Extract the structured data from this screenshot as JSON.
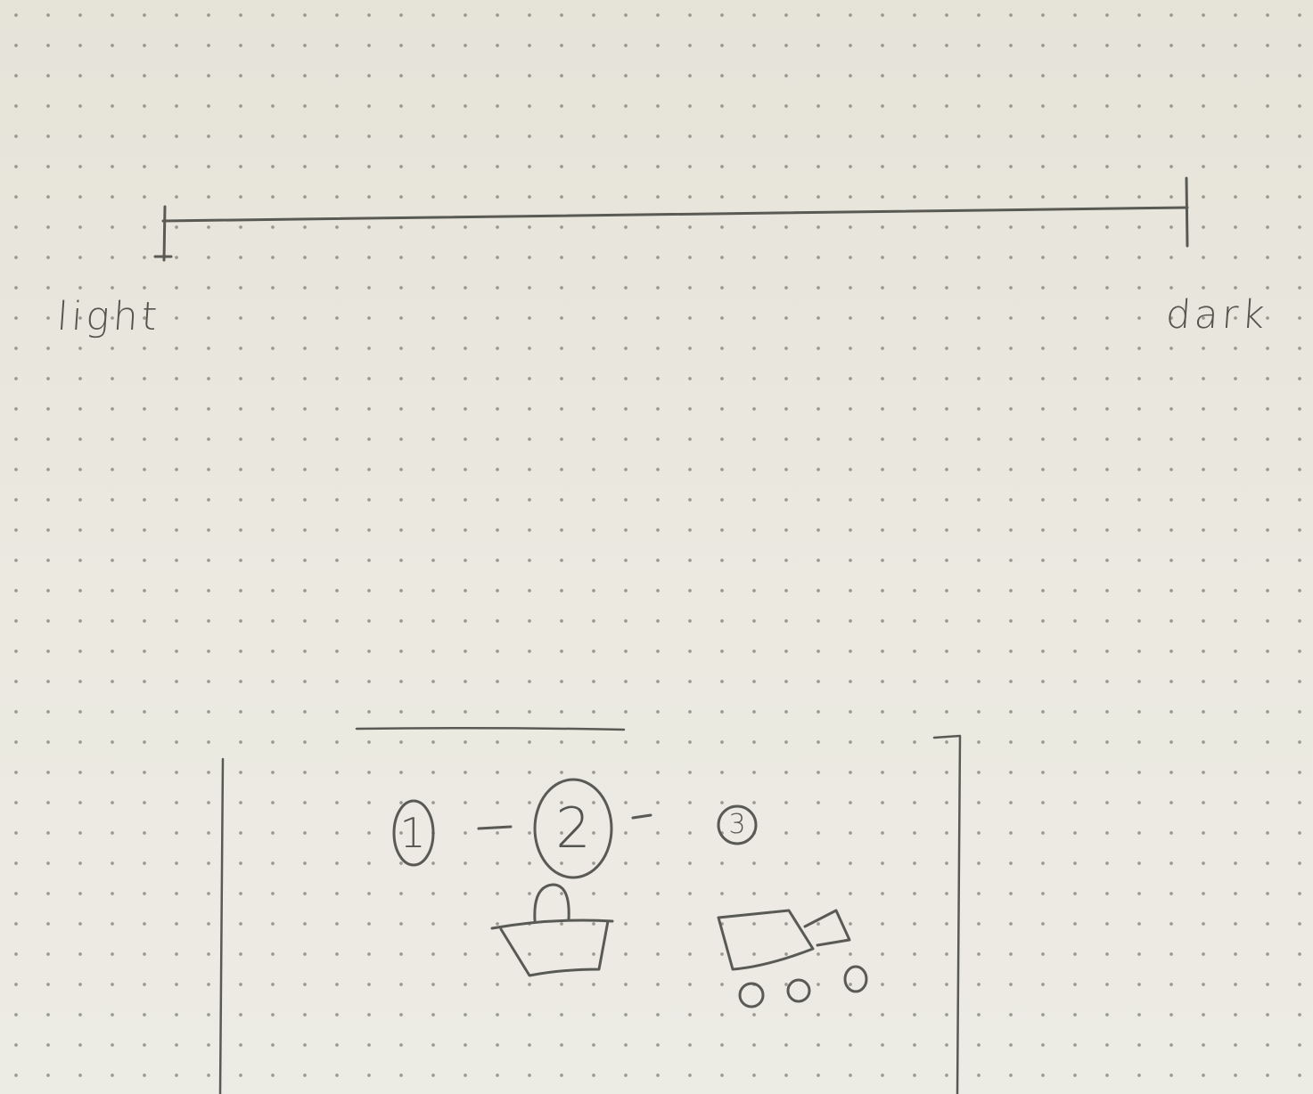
{
  "scale": {
    "left_label": "light",
    "right_label": "dark"
  },
  "frame": {
    "steps": [
      {
        "number": "1",
        "icon": "none"
      },
      {
        "number": "2",
        "icon": "basket-icon"
      },
      {
        "number": "3",
        "icon": "stroller-icon"
      }
    ]
  },
  "colors": {
    "paper": "#e8e6dc",
    "ink": "#555550"
  }
}
